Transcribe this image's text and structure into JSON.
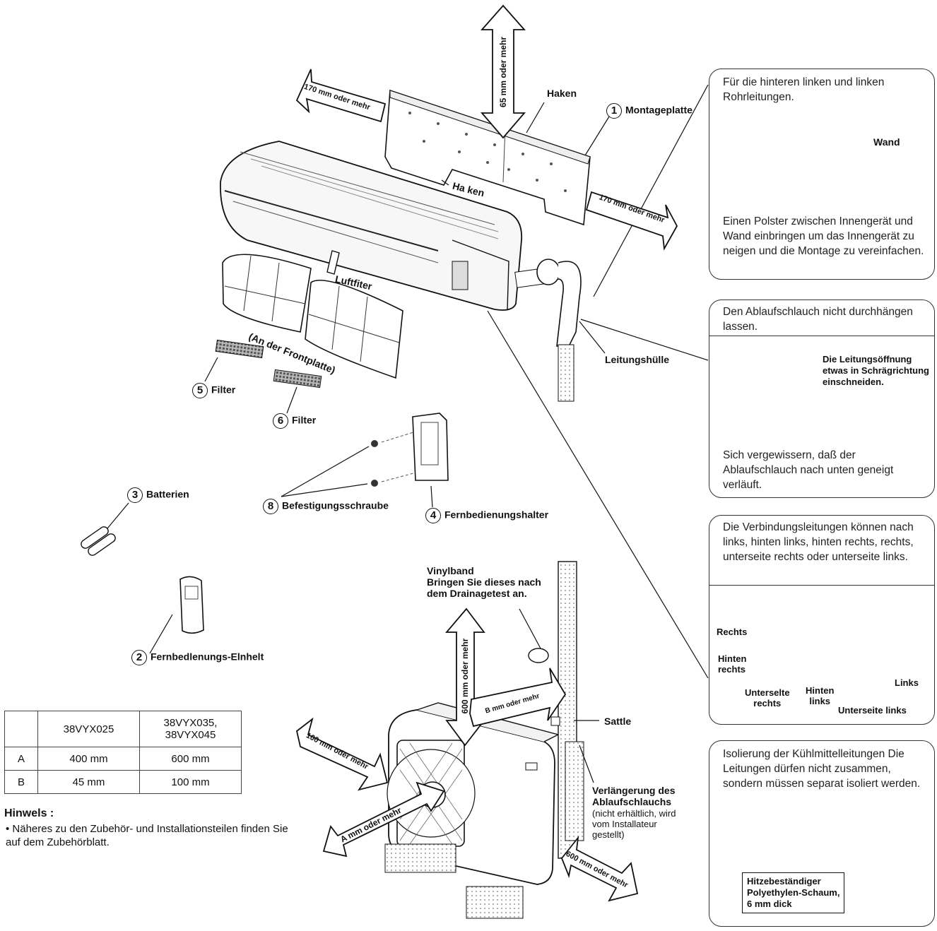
{
  "labels": {
    "haken_top": "Haken",
    "haken_bottom": "Ha ken",
    "montageplatte": "Montageplatte",
    "luftfilter": "Luftfiter",
    "frontplatte": "(An der Frontplatte)",
    "filter5": "Filter",
    "filter6": "Filter",
    "batterien": "Batterien",
    "fernbedienungs_einheit": "Fernbedlenungs-Elnhelt",
    "befestigungsschraube": "Befestigungsschraube",
    "fernbedienungshalter": "Fernbedienungshalter",
    "leitungshuelle": "Leitungshülle",
    "vinylband": "Vinylband\nBringen Sie dieses nach\ndem Drainagetest an.",
    "sattle": "Sattle",
    "verlaengerung_bold": "Verlängerung des\nAblaufschlauchs",
    "verlaengerung_note": "(nicht erhältlich, wird\nvom Installateur\ngestellt)"
  },
  "numbers": {
    "n1": "1",
    "n2": "2",
    "n3": "3",
    "n4": "4",
    "n5": "5",
    "n6": "6",
    "n8": "8"
  },
  "clearances": {
    "top_65": "65 mm oder mehr",
    "left_170": "170 mm oder mehr",
    "right_170": "170 mm oder mehr",
    "out_600_top": "600 mm oder mehr",
    "out_B": "B mm oder mehr",
    "out_100": "100 mm oder mehr",
    "out_A": "A mm oder mehr",
    "out_600_right": "600 mm oder mehr"
  },
  "panels": {
    "p1": {
      "text": "Für die hinteren linken und linken Rohrleitungen.",
      "wand": "Wand",
      "note": "Einen Polster zwischen Innengerät und Wand einbringen um das Innengerät zu neigen und die Montage zu vereinfachen."
    },
    "p2": {
      "text": "Den Ablaufschlauch nicht durchhängen lassen.",
      "cut": "Die Leitungsöffnung etwas in Schrägrichtung einschneiden.",
      "note": "Sich vergewissern, daß der Ablaufschlauch nach unten geneigt verläuft."
    },
    "p3": {
      "text": "Die Verbindungsleitungen können nach links, hinten links, hinten rechts, rechts, unterseite rechts oder unterseite links.",
      "rechts": "Rechts",
      "hinten_rechts": "Hinten\nrechts",
      "unterseite_rechts": "Unterselte\nrechts",
      "hinten_links": "Hinten\nlinks",
      "links": "Links",
      "unterseite_links": "Unterseite links"
    },
    "p4": {
      "text": "Isolierung der Kühlmittelleitungen Die Leitungen dürfen nicht zusammen, sondern müssen separat isoliert werden.",
      "foam": "Hitzebeständiger\nPolyethylen-Schaum,\n6 mm dick"
    }
  },
  "table": {
    "headers": [
      "",
      "38VYX025",
      "38VYX035,\n38VYX045"
    ],
    "rows": [
      [
        "A",
        "400 mm",
        "600 mm"
      ],
      [
        "B",
        "45 mm",
        "100 mm"
      ]
    ]
  },
  "note": {
    "title": "Hinwels :",
    "text": "• Näheres zu den Zubehör- und Installationsteilen finden Sie auf dem Zubehörblatt."
  }
}
